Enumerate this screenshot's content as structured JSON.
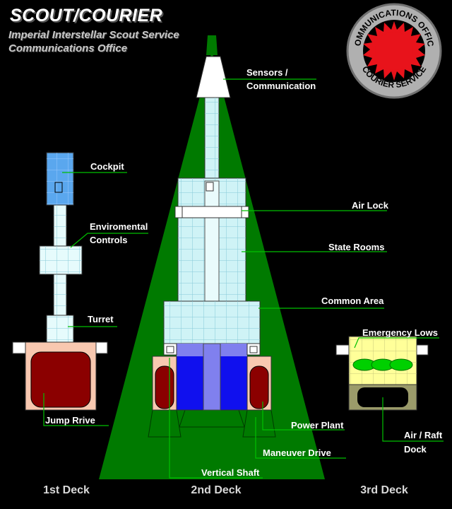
{
  "header": {
    "title": "SCOUT/COURIER",
    "subtitle_line1": "Imperial Interstellar Scout Service",
    "subtitle_line2": "Communications Office"
  },
  "logo": {
    "text_top": "COMMUNICATIONS OFFICE",
    "text_bottom": "COURIER SERVICE",
    "sun_color": "#e8131b",
    "ring_color": "#b0b0b0"
  },
  "labels": {
    "sensors_1": "Sensors /",
    "sensors_2": "Communication",
    "cockpit": "Cockpit",
    "air_lock": "Air Lock",
    "enviro_1": "Enviromental",
    "enviro_2": "Controls",
    "state_rooms": "State Rooms",
    "common_area": "Common Area",
    "turret": "Turret",
    "emergency_lows": "Emergency Lows",
    "jump_drive": "Jump Rrive",
    "power_plant": "Power Plant",
    "air_raft_1": "Air / Raft",
    "air_raft_2": "Dock",
    "maneuver_drive": "Maneuver Drive",
    "vertical_shaft": "Vertical Shaft"
  },
  "decks": [
    "1st Deck",
    "2nd Deck",
    "3rd Deck"
  ],
  "colors": {
    "hull": "#007a00",
    "room": "#cff3f6",
    "cockpit": "#5aa7ee",
    "drive_red": "#8b0000",
    "drive_bg": "#f8c8b0",
    "lows": "#ffff99",
    "pods": "#00d000",
    "dock": "#9b9b6a",
    "engine_blue": "#1010ee",
    "engine_violet": "#8080ee",
    "leader": "#00c000"
  }
}
